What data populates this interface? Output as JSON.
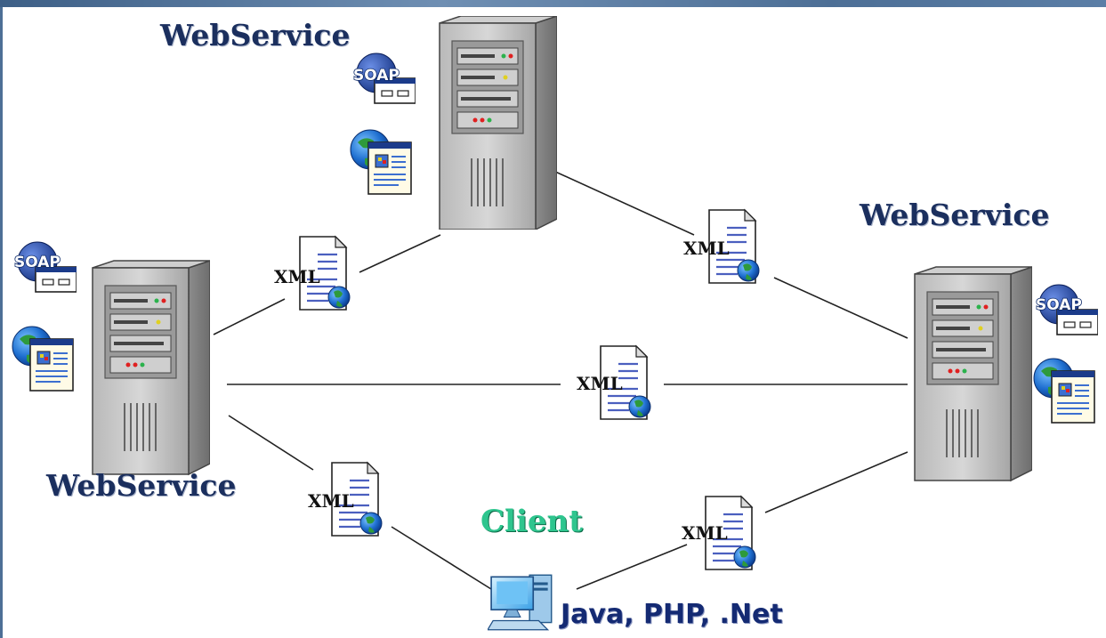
{
  "nodes": {
    "top_server": {
      "label": "WebService"
    },
    "left_server": {
      "label": "WebService"
    },
    "right_server": {
      "label": "WebService"
    },
    "client": {
      "label": "Client",
      "technologies": "Java, PHP, .Net"
    }
  },
  "icons": {
    "soap_badge_text": "SOAP",
    "xml_doc_text": "XML"
  },
  "colors": {
    "server_label": "#1b2f5e",
    "client_label": "#2ec58e",
    "client_tech": "#142a73",
    "edge": "#222222"
  }
}
